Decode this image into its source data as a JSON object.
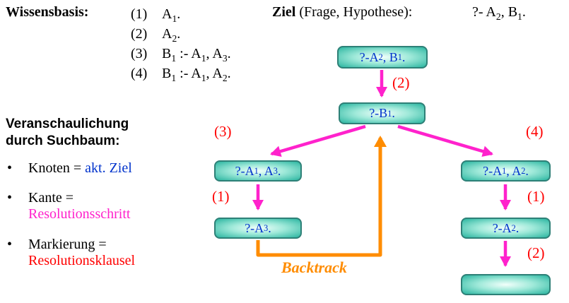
{
  "colors": {
    "node_text": "#0033cc",
    "node_border": "#2e8077",
    "node_fill_outer": "#2ab5a0",
    "node_fill_inner": "#f2fffb",
    "edge_arrow": "#ff22cc",
    "clause_label_red": "#ff0000",
    "backtrack_orange": "#ff8c00",
    "highlight_blue": "#0033cc"
  },
  "knowledge_base": {
    "title": "Wissensbasis:",
    "items": [
      {
        "num": "(1)",
        "clause": "A{1}."
      },
      {
        "num": "(2)",
        "clause": "A{2}."
      },
      {
        "num": "(3)",
        "clause": "B{1} :- A{1}, A{3}."
      },
      {
        "num": "(4)",
        "clause": "B{1} :- A{1}, A{2}."
      }
    ]
  },
  "goal": {
    "label_bold": "Ziel",
    "label_rest": " (Frage, Hypothese):",
    "value": "?- A{2}, B{1}."
  },
  "legend": {
    "title_line1": "Veranschaulichung",
    "title_line2": "durch Suchbaum:",
    "bullets": [
      {
        "dot": "•",
        "prefix": "Knoten = ",
        "highlight": "akt. Ziel"
      },
      {
        "dot": "•",
        "prefix": "Kante =",
        "highlight": "Resolutionsschritt"
      },
      {
        "dot": "•",
        "prefix": "Markierung =",
        "highlight": "Resolutionsklausel"
      }
    ]
  },
  "tree": {
    "nodes": {
      "root": "?-A{2}, B{1}.",
      "b1": "?-B{1}.",
      "left1": "?-A{1}, A{3}.",
      "left2": "?-A{3}.",
      "right1": "?-A{1}, A{2}.",
      "right2": "?-A{2}.",
      "success": ""
    },
    "edge_labels": {
      "root_to_b1": "(2)",
      "b1_to_left1": "(3)",
      "b1_to_right1": "(4)",
      "left1_to_left2": "(1)",
      "right1_to_right2": "(1)",
      "right2_to_success": "(2)"
    },
    "backtrack_label": "Backtrack"
  }
}
